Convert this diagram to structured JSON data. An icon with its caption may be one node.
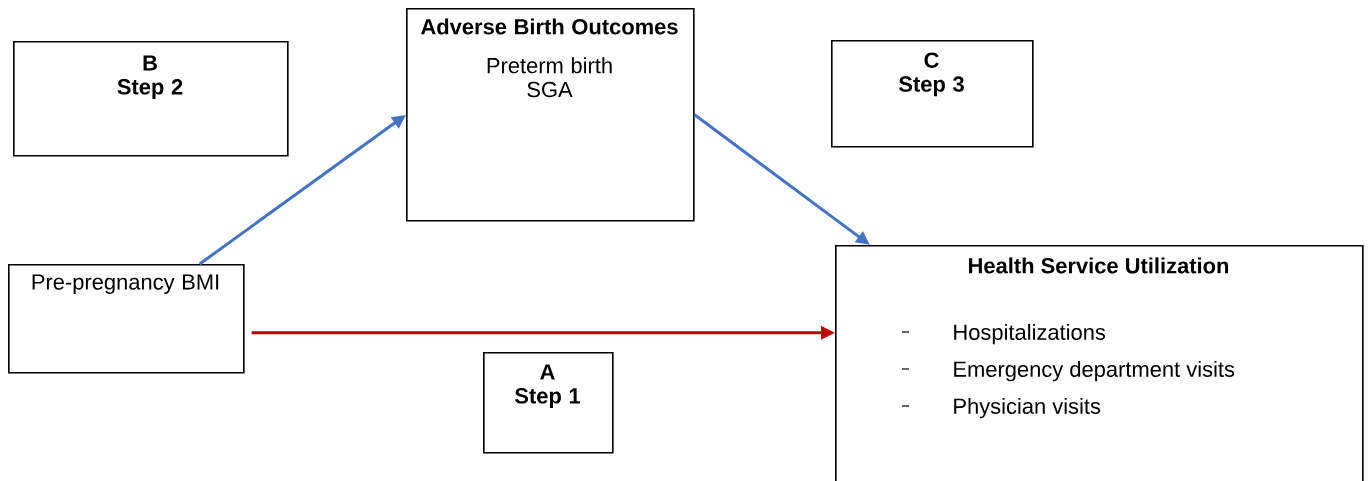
{
  "diagram": {
    "nodes": [
      {
        "text": [
          "B",
          "Step 2"
        ]
      },
      {
        "text": [
          "Adverse Birth Outcomes",
          "Preterm birth",
          "SGA"
        ]
      },
      {
        "text": [
          "C",
          "Step 3"
        ]
      },
      {
        "text": [
          "Pre-pregnancy BMI"
        ]
      },
      {
        "text": [
          "Health Service Utilization",
          "Hospitalizations",
          "Emergency department visits",
          "Physician visits"
        ]
      },
      {
        "text": [
          "A",
          "Step 1"
        ]
      }
    ],
    "edges": [
      {
        "from": 3,
        "to": 1,
        "arrow": "to"
      },
      {
        "from": 1,
        "to": 4,
        "arrow": "to"
      },
      {
        "from": 3,
        "to": 4,
        "arrow": "to",
        "color": "#c00000"
      }
    ]
  }
}
